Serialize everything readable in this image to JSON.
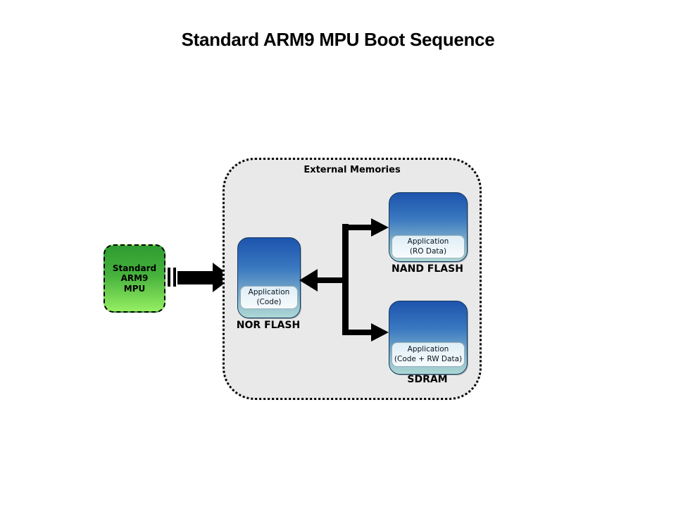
{
  "title": "Standard ARM9 MPU Boot Sequence",
  "mpu": {
    "label": "Standard\nARM9\nMPU"
  },
  "external_memories": {
    "label": "External Memories"
  },
  "memories": [
    {
      "name": "NOR FLASH",
      "content": [
        "Application",
        "(Code)"
      ]
    },
    {
      "name": "NAND FLASH",
      "content": [
        "Application",
        "(RO Data)"
      ]
    },
    {
      "name": "SDRAM",
      "content": [
        "Application",
        "(Code + RW Data)"
      ]
    }
  ],
  "colors": {
    "memory_gradient_top": "#1d54ad",
    "memory_gradient_bottom": "#aed8d4",
    "memory_border": "#16395f",
    "inner_label_bg": "#e9f5fa",
    "mpu_gradient_top": "#2e9c31",
    "mpu_gradient_bottom": "#96ee63",
    "container_bg": "#e9e9e9",
    "connector": "#000000",
    "background": "#ffffff"
  }
}
